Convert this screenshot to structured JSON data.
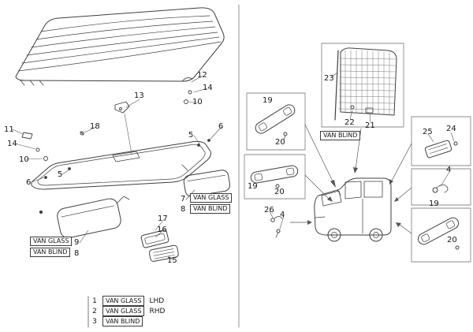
{
  "colors": {
    "line": "#3f3f3f",
    "box_border": "#8a8a8a",
    "text": "#161616",
    "background": "#ffffff"
  },
  "callouts": [
    {
      "t": "12"
    },
    {
      "t": "14"
    },
    {
      "t": "10"
    },
    {
      "t": "13"
    },
    {
      "t": "11"
    },
    {
      "t": "18"
    },
    {
      "t": "14"
    },
    {
      "t": "10"
    },
    {
      "t": "6"
    },
    {
      "t": "5"
    },
    {
      "t": "5"
    },
    {
      "t": "6"
    },
    {
      "t": "7"
    },
    {
      "t": "8"
    },
    {
      "t": "17"
    },
    {
      "t": "16"
    },
    {
      "t": "9"
    },
    {
      "t": "8"
    },
    {
      "t": "15"
    },
    {
      "t": "19"
    },
    {
      "t": "20"
    },
    {
      "t": "19"
    },
    {
      "t": "20"
    },
    {
      "t": "23"
    },
    {
      "t": "22"
    },
    {
      "t": "21"
    },
    {
      "t": "25"
    },
    {
      "t": "24"
    },
    {
      "t": "4"
    },
    {
      "t": "19"
    },
    {
      "t": "20"
    },
    {
      "t": "26"
    },
    {
      "t": "4"
    }
  ],
  "boxed_labels": [
    {
      "t": "VAN GLASS"
    },
    {
      "t": "VAN BLIND"
    },
    {
      "t": "VAN GLASS"
    },
    {
      "t": "VAN BLIND"
    },
    {
      "t": "VAN BLIND"
    }
  ],
  "legend": {
    "rows": [
      {
        "num": "1",
        "label": "VAN GLASS",
        "variant": "LHD"
      },
      {
        "num": "2",
        "label": "VAN GLASS",
        "variant": "RHD"
      },
      {
        "num": "3",
        "label": "VAN BLIND",
        "variant": ""
      }
    ]
  }
}
